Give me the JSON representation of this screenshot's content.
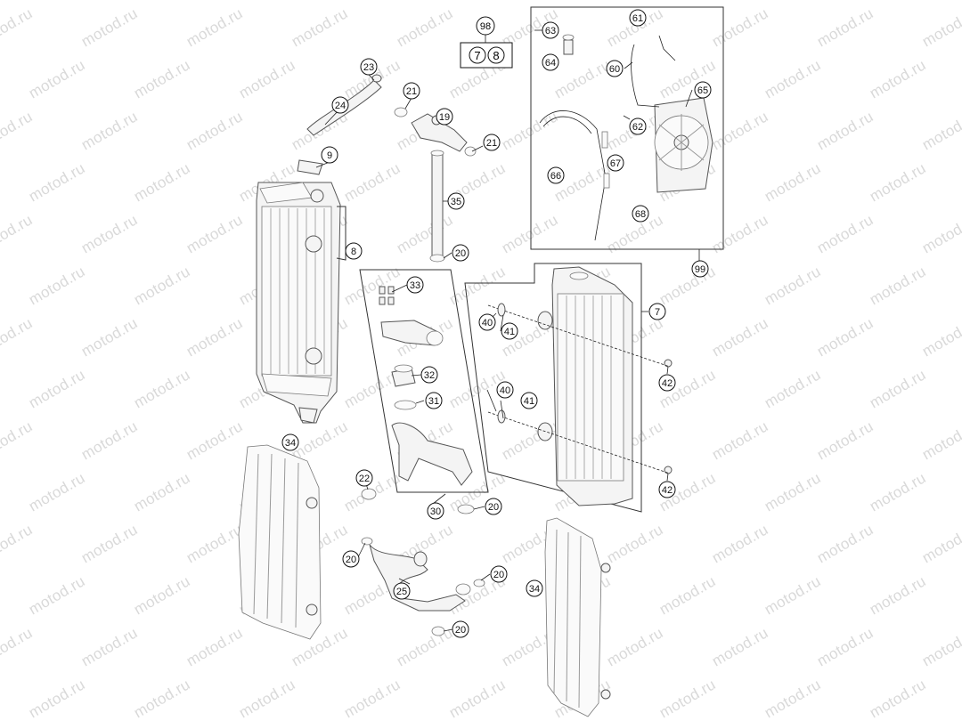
{
  "watermark_text": "motod.ru",
  "kit_box": {
    "top_label": "98",
    "items": [
      "7",
      "8"
    ]
  },
  "callouts": [
    {
      "id": "c-23a",
      "label": "23"
    },
    {
      "id": "c-24",
      "label": "24"
    },
    {
      "id": "c-21a",
      "label": "21"
    },
    {
      "id": "c-19",
      "label": "19"
    },
    {
      "id": "c-21b",
      "label": "21"
    },
    {
      "id": "c-9",
      "label": "9"
    },
    {
      "id": "c-8",
      "label": "8"
    },
    {
      "id": "c-35",
      "label": "35"
    },
    {
      "id": "c-20a",
      "label": "20"
    },
    {
      "id": "c-63",
      "label": "63"
    },
    {
      "id": "c-64",
      "label": "64"
    },
    {
      "id": "c-61",
      "label": "61"
    },
    {
      "id": "c-60",
      "label": "60"
    },
    {
      "id": "c-65",
      "label": "65"
    },
    {
      "id": "c-62",
      "label": "62"
    },
    {
      "id": "c-66",
      "label": "66"
    },
    {
      "id": "c-67",
      "label": "67"
    },
    {
      "id": "c-68",
      "label": "68"
    },
    {
      "id": "c-99",
      "label": "99"
    },
    {
      "id": "c-33",
      "label": "33"
    },
    {
      "id": "c-32",
      "label": "32"
    },
    {
      "id": "c-31",
      "label": "31"
    },
    {
      "id": "c-40a",
      "label": "40"
    },
    {
      "id": "c-41a",
      "label": "41"
    },
    {
      "id": "c-7",
      "label": "7"
    },
    {
      "id": "c-42a",
      "label": "42"
    },
    {
      "id": "c-40b",
      "label": "40"
    },
    {
      "id": "c-41b",
      "label": "41"
    },
    {
      "id": "c-42b",
      "label": "42"
    },
    {
      "id": "c-34a",
      "label": "34"
    },
    {
      "id": "c-22",
      "label": "22"
    },
    {
      "id": "c-30",
      "label": "30"
    },
    {
      "id": "c-20b",
      "label": "20"
    },
    {
      "id": "c-20c",
      "label": "20"
    },
    {
      "id": "c-25",
      "label": "25"
    },
    {
      "id": "c-20d",
      "label": "20"
    },
    {
      "id": "c-20e",
      "label": "20"
    },
    {
      "id": "c-34b",
      "label": "34"
    }
  ]
}
